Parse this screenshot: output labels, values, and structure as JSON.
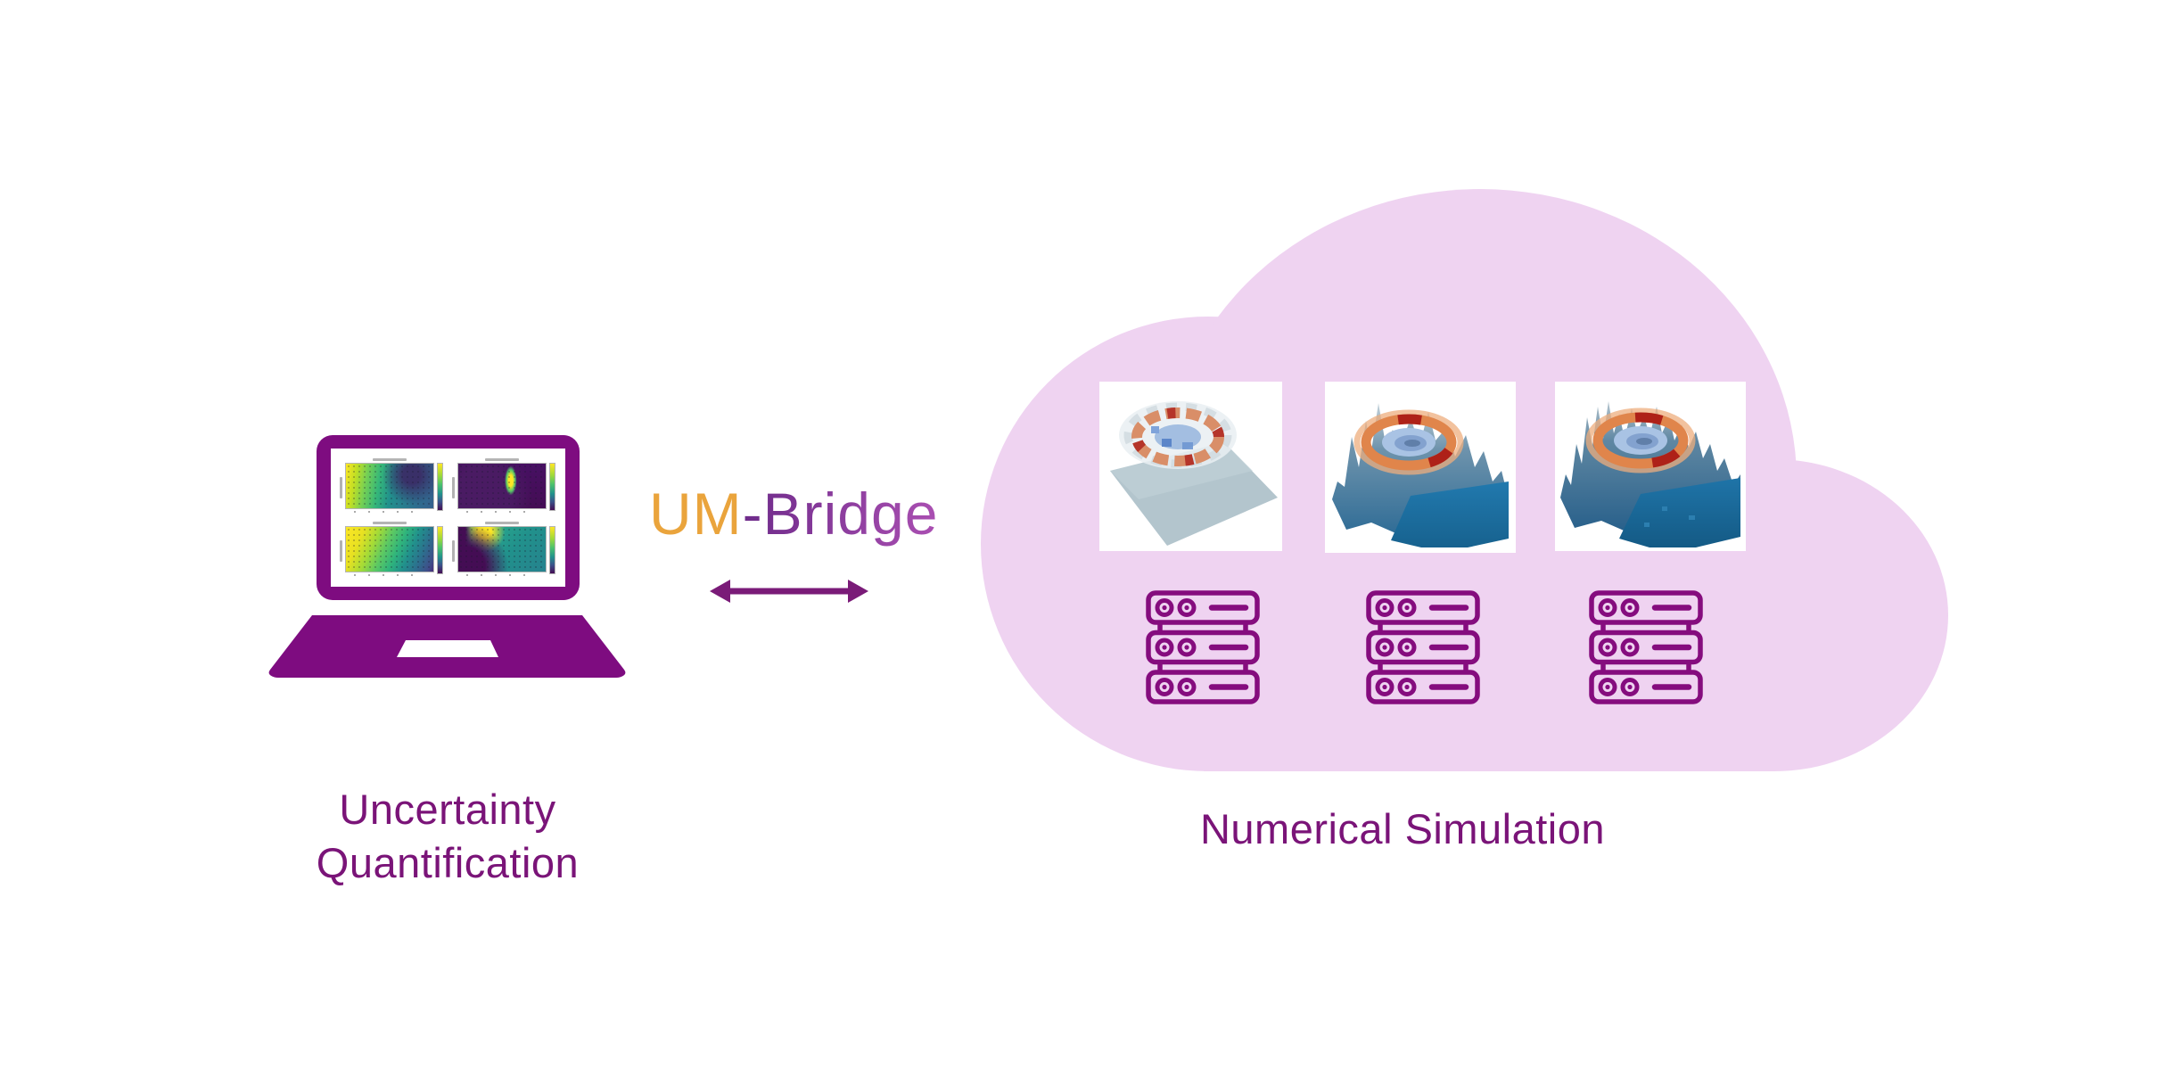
{
  "diagram": {
    "left": {
      "label_line1": "Uncertainty",
      "label_line2": "Quantification",
      "laptop": {
        "screen_plots": [
          "viridis-heatmap-top-left",
          "viridis-heatmap-top-right",
          "viridis-heatmap-bottom-left",
          "viridis-heatmap-bottom-right"
        ]
      }
    },
    "bridge": {
      "name_prefix": "UM",
      "name_suffix": "-Bridge",
      "arrow": "double-headed-horizontal-arrow"
    },
    "cloud": {
      "label": "Numerical Simulation",
      "simulation_images": [
        {
          "name": "tsunami-simulation-coarse-flat-surface"
        },
        {
          "name": "tsunami-simulation-medium-terrain"
        },
        {
          "name": "tsunami-simulation-fine-terrain"
        }
      ],
      "server_racks": {
        "count": 3,
        "units_per_rack": 3
      }
    },
    "colors": {
      "laptop_purple": "#7E0C80",
      "rack_purple": "#850C7E",
      "label_purple": "#7A1478",
      "arrow_purple": "#7A1B78",
      "um_orange": "#EAA43C",
      "bridge_gradient_start": "#6E2B8A",
      "bridge_gradient_end": "#AA4FB2",
      "cloud_pink": "#EFD3F1"
    }
  }
}
